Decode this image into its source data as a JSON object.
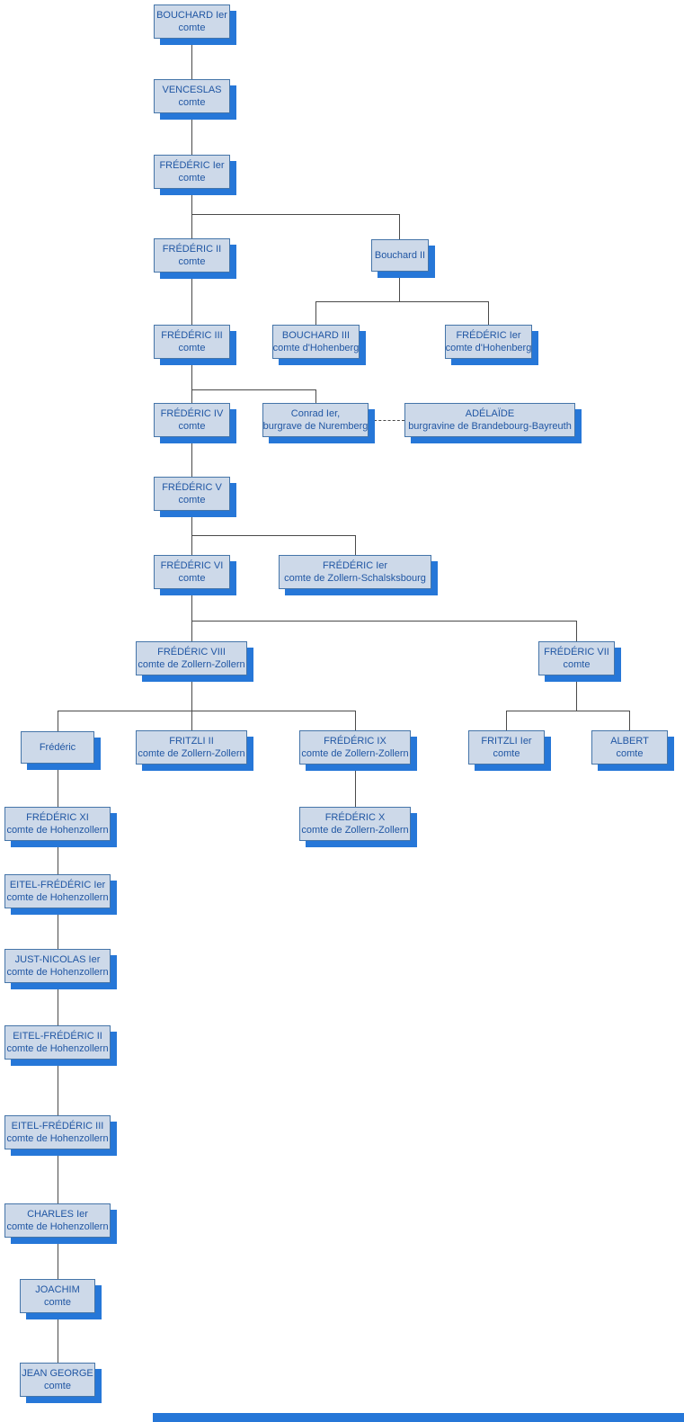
{
  "diagram": {
    "type": "family-tree",
    "subject": "Maison de Hohenzollern (comtes)",
    "colors": {
      "box_fill": "#cdd9e9",
      "box_border": "#4575a9",
      "box_shadow": "#2677d8",
      "text": "#2056a3",
      "connector": "#4a4a4a"
    }
  },
  "tree": {
    "nodes": [
      {
        "id": "bouchard-1",
        "name": "BOUCHARD Ier",
        "title": "comte",
        "parent": null
      },
      {
        "id": "venceslas",
        "name": "VENCESLAS",
        "title": "comte",
        "parent": "bouchard-1"
      },
      {
        "id": "frederic-1",
        "name": "FRÉDÉRIC Ier",
        "title": "comte",
        "parent": "venceslas"
      },
      {
        "id": "frederic-2",
        "name": "FRÉDÉRIC II",
        "title": "comte",
        "parent": "frederic-1"
      },
      {
        "id": "bouchard-2",
        "name": "Bouchard II",
        "title": "",
        "parent": "frederic-1"
      },
      {
        "id": "frederic-3",
        "name": "FRÉDÉRIC III",
        "title": "comte",
        "parent": "frederic-2"
      },
      {
        "id": "bouchard-3",
        "name": "BOUCHARD III",
        "title": "comte d'Hohenberg",
        "parent": "bouchard-2"
      },
      {
        "id": "frederic-1-hohenberg",
        "name": "FRÉDÉRIC Ier",
        "title": "comte d'Hohenberg",
        "parent": "bouchard-2"
      },
      {
        "id": "frederic-4",
        "name": "FRÉDÉRIC IV",
        "title": "comte",
        "parent": "frederic-3"
      },
      {
        "id": "conrad-1",
        "name": "Conrad Ier,",
        "title": "burgrave de Nuremberg",
        "parent": "frederic-3"
      },
      {
        "id": "adelaide",
        "name": "ADÉLAÏDE",
        "title": "burgravine de Brandebourg-Bayreuth",
        "parent": null
      },
      {
        "id": "frederic-5",
        "name": "FRÉDÉRIC V",
        "title": "comte",
        "parent": "frederic-4"
      },
      {
        "id": "frederic-6",
        "name": "FRÉDÉRIC VI",
        "title": "comte",
        "parent": "frederic-5"
      },
      {
        "id": "frederic-1-schalsksbourg",
        "name": "FRÉDÉRIC Ier",
        "title": "comte de Zollern-Schalsksbourg",
        "parent": "frederic-5"
      },
      {
        "id": "frederic-8",
        "name": "FRÉDÉRIC VIII",
        "title": "comte de Zollern-Zollern",
        "parent": "frederic-6"
      },
      {
        "id": "frederic-7",
        "name": "FRÉDÉRIC VII",
        "title": "comte",
        "parent": "frederic-6"
      },
      {
        "id": "frederic",
        "name": "Frédéric",
        "title": "",
        "parent": "frederic-8"
      },
      {
        "id": "fritzli-2",
        "name": "FRITZLI II",
        "title": "comte de Zollern-Zollern",
        "parent": "frederic-8"
      },
      {
        "id": "frederic-9",
        "name": "FRÉDÉRIC IX",
        "title": "comte de Zollern-Zollern",
        "parent": "frederic-8"
      },
      {
        "id": "fritzli-1",
        "name": "FRITZLI Ier",
        "title": "comte",
        "parent": "frederic-7"
      },
      {
        "id": "albert",
        "name": "ALBERT",
        "title": "comte",
        "parent": "frederic-7"
      },
      {
        "id": "frederic-10",
        "name": "FRÉDÉRIC X",
        "title": "comte de Zollern-Zollern",
        "parent": "frederic-9"
      },
      {
        "id": "frederic-11",
        "name": "FRÉDÉRIC XI",
        "title": "comte de Hohenzollern",
        "parent": "frederic"
      },
      {
        "id": "eitel-frederic-1",
        "name": "EITEL-FRÉDÉRIC Ier",
        "title": "comte de Hohenzollern",
        "parent": "frederic-11"
      },
      {
        "id": "just-nicolas-1",
        "name": "JUST-NICOLAS Ier",
        "title": "comte de Hohenzollern",
        "parent": "eitel-frederic-1"
      },
      {
        "id": "eitel-frederic-2",
        "name": "EITEL-FRÉDÉRIC II",
        "title": "comte de Hohenzollern",
        "parent": "just-nicolas-1"
      },
      {
        "id": "eitel-frederic-3",
        "name": "EITEL-FRÉDÉRIC III",
        "title": "comte de Hohenzollern",
        "parent": "eitel-frederic-2"
      },
      {
        "id": "charles-1",
        "name": "CHARLES Ier",
        "title": "comte de Hohenzollern",
        "parent": "eitel-frederic-3"
      },
      {
        "id": "joachim",
        "name": "JOACHIM",
        "title": "comte",
        "parent": "charles-1"
      },
      {
        "id": "jean-george",
        "name": "JEAN GEORGE",
        "title": "comte",
        "parent": "joachim"
      }
    ],
    "marriage": {
      "between": [
        "conrad-1",
        "adelaide"
      ],
      "style": "dashed"
    }
  }
}
